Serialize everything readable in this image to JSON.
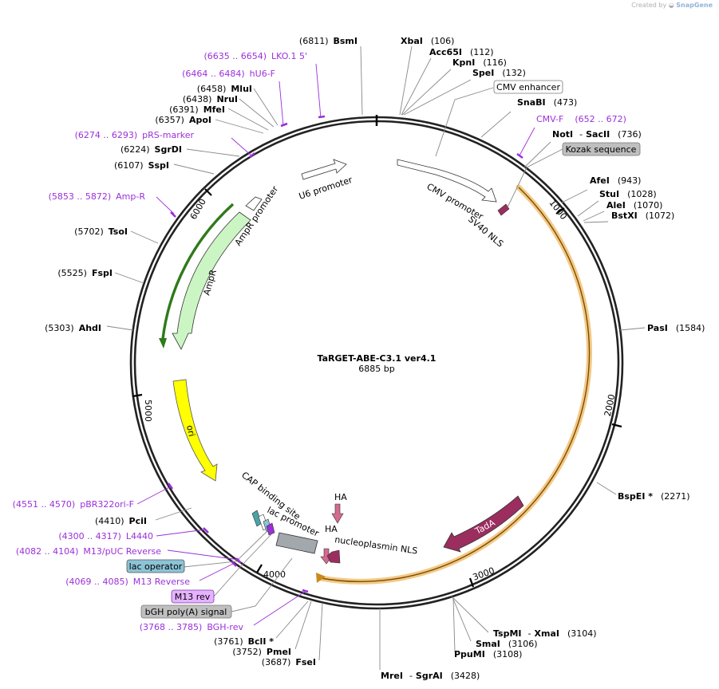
{
  "credit": {
    "prefix": "Created by",
    "brand": "SnapGene"
  },
  "plasmid": {
    "name": "TaRGET-ABE-C3.1 ver4.1",
    "size_label": "6885 bp",
    "length": 6885
  },
  "colors": {
    "primer": "#9b30d9",
    "tada": "#9b2d5f",
    "ori": "#ffff00",
    "ampr": "#ccf5c4",
    "cas9_highlight": "#f1c071",
    "ampr_highlight": "#2f7a1a",
    "bgh": "#a3a8ad",
    "lac_operator": "#8cc3d6",
    "m13_rev": "#e6b2ff",
    "kozak": "#bfbfbf"
  },
  "ticks": [
    {
      "bp": 1000,
      "label": "1000"
    },
    {
      "bp": 2000,
      "label": "2000"
    },
    {
      "bp": 3000,
      "label": "3000"
    },
    {
      "bp": 4000,
      "label": "4000"
    },
    {
      "bp": 5000,
      "label": "5000"
    },
    {
      "bp": 6000,
      "label": "6000"
    }
  ],
  "sites": [
    {
      "name": "BsmI",
      "pos": "(6811)",
      "bp": 6811
    },
    {
      "name": "XbaI",
      "pos": "(106)",
      "bp": 106
    },
    {
      "name": "Acc65I",
      "pos": "(112)",
      "bp": 112
    },
    {
      "name": "KpnI",
      "pos": "(116)",
      "bp": 116
    },
    {
      "name": "SpeI",
      "pos": "(132)",
      "bp": 132
    },
    {
      "name": "SnaBI",
      "pos": "(473)",
      "bp": 473
    },
    {
      "name": "NotI",
      "name2": "SacII",
      "pos": "(736)",
      "bp": 736
    },
    {
      "name": "AfeI",
      "pos": "(943)",
      "bp": 943
    },
    {
      "name": "StuI",
      "pos": "(1028)",
      "bp": 1028
    },
    {
      "name": "AleI",
      "pos": "(1070)",
      "bp": 1070
    },
    {
      "name": "BstXI",
      "pos": "(1072)",
      "bp": 1072
    },
    {
      "name": "PasI",
      "pos": "(1584)",
      "bp": 1584
    },
    {
      "name": "BspEI *",
      "pos": "(2271)",
      "bp": 2271
    },
    {
      "name": "TspMI",
      "name2": "XmaI",
      "pos": "(3104)",
      "bp": 3104
    },
    {
      "name": "SmaI",
      "pos": "(3106)",
      "bp": 3106
    },
    {
      "name": "PpuMI",
      "pos": "(3108)",
      "bp": 3108
    },
    {
      "name": "MreI",
      "name2": "SgrAI",
      "pos": "(3428)",
      "bp": 3428
    },
    {
      "name": "FseI",
      "pos": "(3687)",
      "bp": 3687
    },
    {
      "name": "PmeI",
      "pos": "(3752)",
      "bp": 3752
    },
    {
      "name": "BclI *",
      "pos": "(3761)",
      "bp": 3761
    },
    {
      "name": "PciI",
      "pos": "(4410)",
      "bp": 4410
    },
    {
      "name": "AhdI",
      "pos": "(5303)",
      "bp": 5303
    },
    {
      "name": "FspI",
      "pos": "(5525)",
      "bp": 5525
    },
    {
      "name": "TsoI",
      "pos": "(5702)",
      "bp": 5702
    },
    {
      "name": "SspI",
      "pos": "(6107)",
      "bp": 6107
    },
    {
      "name": "SgrDI",
      "pos": "(6224)",
      "bp": 6224
    },
    {
      "name": "ApoI",
      "pos": "(6357)",
      "bp": 6357
    },
    {
      "name": "MfeI",
      "pos": "(6391)",
      "bp": 6391
    },
    {
      "name": "NruI",
      "pos": "(6438)",
      "bp": 6438
    },
    {
      "name": "MluI",
      "pos": "(6458)",
      "bp": 6458
    }
  ],
  "primers": [
    {
      "range": "(6635 .. 6654)",
      "name": "LKO.1 5'",
      "bp": 6644
    },
    {
      "range": "(6464 .. 6484)",
      "name": "hU6-F",
      "bp": 6474
    },
    {
      "range": "(6274 .. 6293)",
      "name": "pRS-marker",
      "bp": 6283
    },
    {
      "range": "(5853 .. 5872)",
      "name": "Amp-R",
      "bp": 5862
    },
    {
      "range": "(652 .. 672)",
      "name": "CMV-F",
      "bp": 662
    },
    {
      "range": "(4551 .. 4570)",
      "name": "pBR322ori-F",
      "bp": 4560
    },
    {
      "range": "(4300 .. 4317)",
      "name": "L4440",
      "bp": 4308
    },
    {
      "range": "(4082 .. 4104)",
      "name": "M13/pUC Reverse",
      "bp": 4093
    },
    {
      "range": "(4069 .. 4085)",
      "name": "M13 Reverse",
      "bp": 4077
    },
    {
      "range": "(3768 .. 3785)",
      "name": "BGH-rev",
      "bp": 3776
    }
  ],
  "boxed_labels": [
    {
      "name": "CMV enhancer",
      "fill": "#ffffff"
    },
    {
      "name": "Kozak sequence",
      "fill": "#bfbfbf"
    },
    {
      "name": "lac operator",
      "fill": "#8cc3d6"
    },
    {
      "name": "M13 rev",
      "fill": "#e6b2ff"
    },
    {
      "name": "bGH poly(A) signal",
      "fill": "#bfbfbf"
    }
  ],
  "features": {
    "u6": "U6 promoter",
    "cmv": "CMV promoter",
    "sv40": "SV40 NLS",
    "ampr_promoter": "AmpR promoter",
    "ampr": "AmpR",
    "ori": "ori",
    "tada": "TadA",
    "cap": "CAP binding site",
    "lacp": "lac promoter",
    "ha1": "HA",
    "ha2": "HA",
    "np_nls": "nucleoplasmin NLS"
  }
}
